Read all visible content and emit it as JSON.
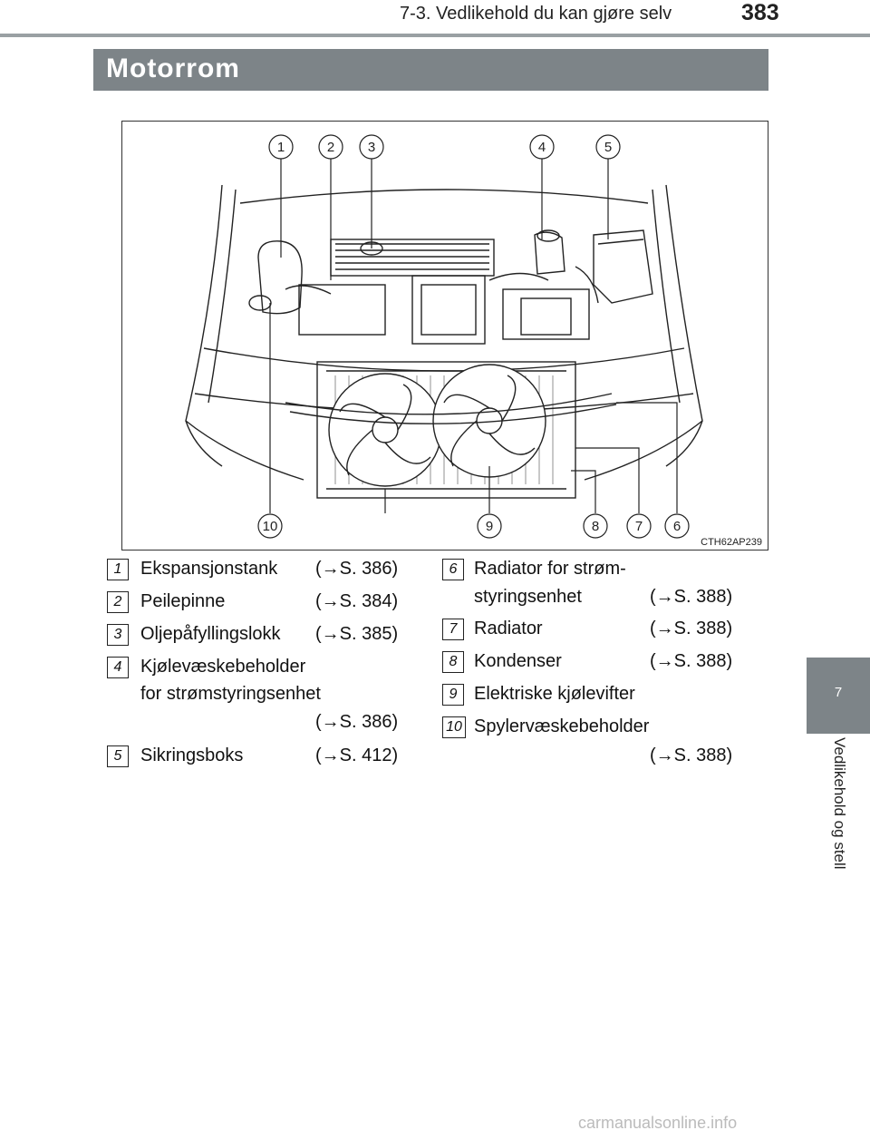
{
  "header": {
    "section_title": "7-3. Vedlikehold du kan gjøre selv",
    "page_number": "383"
  },
  "section": {
    "title": "Motorrom"
  },
  "side_tab": {
    "chapter_number": "7",
    "chapter_label": "Vedlikehold og stell"
  },
  "figure": {
    "code": "CTH62AP239",
    "callouts_top": [
      "1",
      "2",
      "3",
      "4",
      "5"
    ],
    "callouts_bottom": [
      "10",
      "9",
      "8",
      "7",
      "6"
    ]
  },
  "legend": [
    {
      "num": "1",
      "label": "Ekspansjonstank",
      "ref": "(→S. 386)"
    },
    {
      "num": "2",
      "label": "Peilepinne",
      "ref": "(→S. 384)"
    },
    {
      "num": "3",
      "label": "Oljepåfyllingslokk",
      "ref": "(→S. 385)"
    },
    {
      "num": "4",
      "label_line1": "Kjølevæskebeholder",
      "label_line2": "for strømstyringsenhet",
      "ref": "(→S. 386)"
    },
    {
      "num": "5",
      "label": "Sikringsboks",
      "ref": "(→S. 412)"
    },
    {
      "num": "6",
      "label_line1": "Radiator for strøm-",
      "label_line2": "styringsenhet",
      "ref": "(→S. 388)"
    },
    {
      "num": "7",
      "label": "Radiator",
      "ref": "(→S. 388)"
    },
    {
      "num": "8",
      "label": "Kondenser",
      "ref": "(→S. 388)"
    },
    {
      "num": "9",
      "label": "Elektriske kjølevifter"
    },
    {
      "num": "10",
      "label": "Spylervæskebeholder",
      "ref": "(→S. 388)"
    }
  ],
  "watermark": "carmanualsonline.info"
}
